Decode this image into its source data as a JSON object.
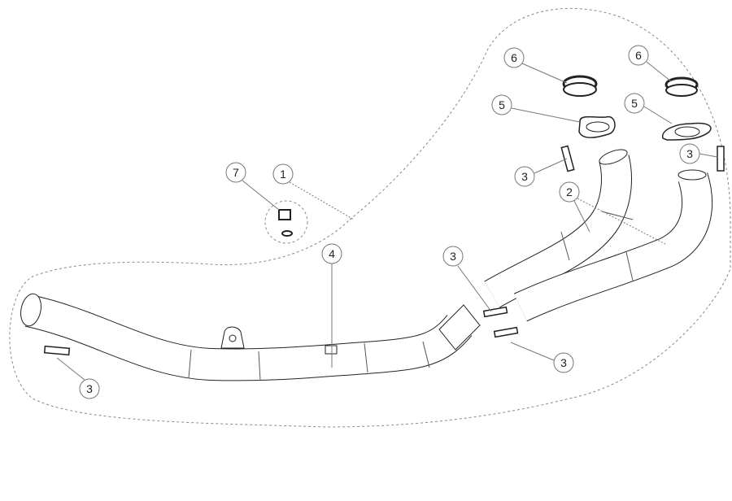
{
  "diagram": {
    "callouts": [
      {
        "id": "c6a",
        "label": "6"
      },
      {
        "id": "c6b",
        "label": "6"
      },
      {
        "id": "c5a",
        "label": "5"
      },
      {
        "id": "c5b",
        "label": "5"
      },
      {
        "id": "c3a",
        "label": "3"
      },
      {
        "id": "c3b",
        "label": "3"
      },
      {
        "id": "c2",
        "label": "2"
      },
      {
        "id": "c7",
        "label": "7"
      },
      {
        "id": "c1",
        "label": "1"
      },
      {
        "id": "c4",
        "label": "4"
      },
      {
        "id": "c3c",
        "label": "3"
      },
      {
        "id": "c3d",
        "label": "3"
      },
      {
        "id": "c3e",
        "label": "3"
      }
    ],
    "colors": {
      "line": "#222222",
      "leader": "#777777",
      "fill": "#ffffff"
    }
  }
}
